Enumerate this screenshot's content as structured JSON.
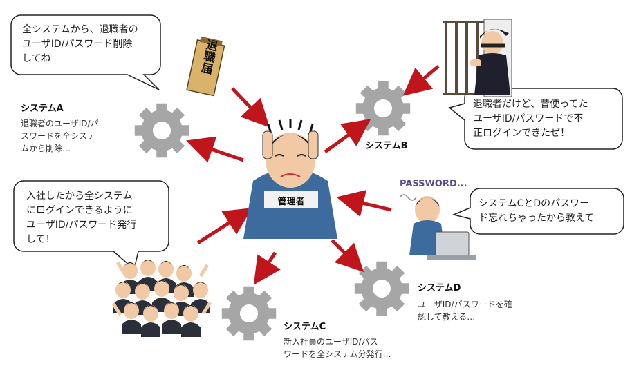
{
  "colors": {
    "arrow": "#c0151b",
    "gear": "#a6a6a6",
    "bubble_border": "#222222",
    "shirt": "#3d6b9e",
    "skin": "#f2c9a5",
    "hair": "#1a1a1a",
    "resign_paper": "#d9b36a"
  },
  "bubbles": {
    "resignation_request": "全システムから、退職者の\nユーザID/パスワード削除\nしてね",
    "thief": "退職者だけど、昔使ってた\nユーザID/パスワードで不\n正ログインできたぜ！",
    "new_hires": "入社したから全システム\nにログインできるように\nユーザID/パスワード発行\nして！",
    "forgot_password": "システムCとDのパスワー\nド忘れちゃったから教えて"
  },
  "resign_letter": {
    "text": "退職届"
  },
  "password_caption": "PASSWORD...",
  "admin": {
    "label": "管理者"
  },
  "systems": {
    "a": {
      "title": "システムA",
      "desc": "退職者のユーザID/パ\nスワードを全システ\nムから削除…"
    },
    "b": {
      "title": "システムB"
    },
    "c": {
      "title": "システムC",
      "desc": "新入社員のユーザID/パス\nワードを全システム分発行…"
    },
    "d": {
      "title": "システムD",
      "desc": "ユーザID/パスワードを確\n認して教える…"
    }
  },
  "icons": {
    "gears": [
      "gear-icon-a",
      "gear-icon-b",
      "gear-icon-c",
      "gear-icon-d"
    ],
    "people": [
      "admin-illustration",
      "thief-illustration",
      "forgetful-user-illustration",
      "new-hires-illustration"
    ],
    "object": "resignation-letter-illustration"
  }
}
